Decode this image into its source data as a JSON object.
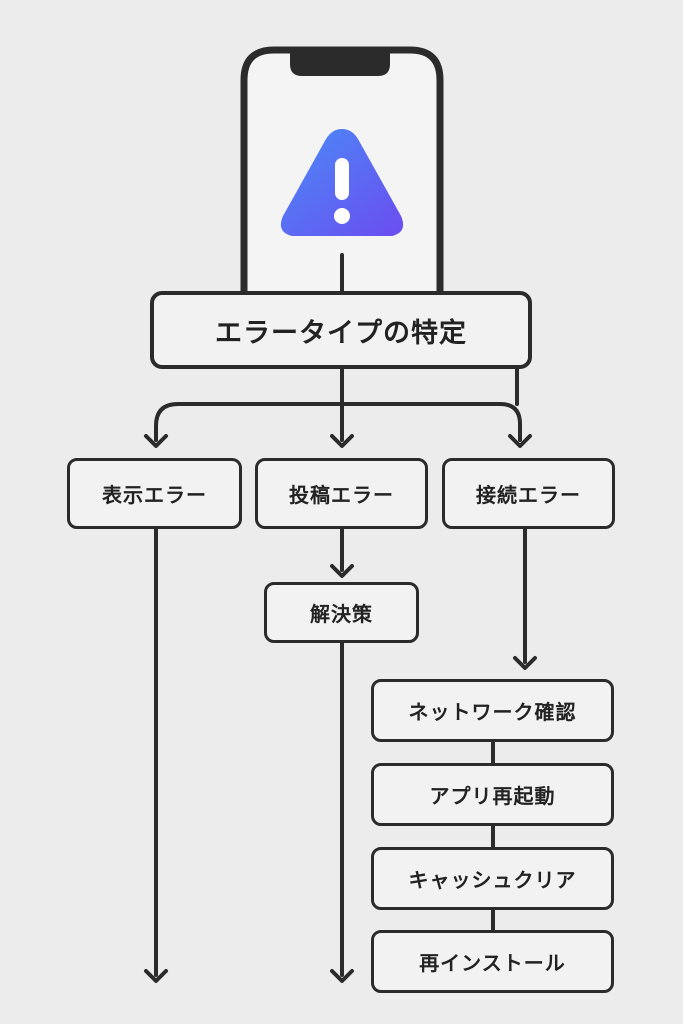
{
  "diagram": {
    "root": {
      "label": "エラータイプの特定",
      "icon": "warning-icon"
    },
    "categories": [
      {
        "label": "表示エラー"
      },
      {
        "label": "投稿エラー"
      },
      {
        "label": "接続エラー"
      }
    ],
    "solution": {
      "label": "解決策"
    },
    "steps": [
      {
        "label": "ネットワーク確認"
      },
      {
        "label": "アプリ再起動"
      },
      {
        "label": "キャッシュクリア"
      },
      {
        "label": "再インストール"
      }
    ]
  },
  "colors": {
    "background": "#ececec",
    "stroke": "#2b2b2b",
    "box_fill": "#f2f2f2",
    "icon_gradient_start": "#4a8cf7",
    "icon_gradient_end": "#6b4cf0"
  }
}
